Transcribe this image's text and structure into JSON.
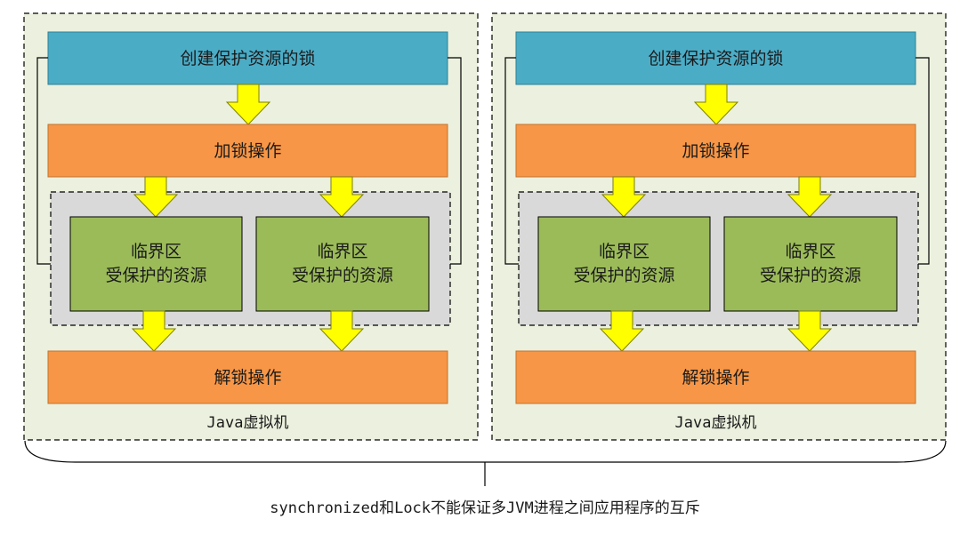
{
  "jvm_panels": [
    {
      "create_lock": "创建保护资源的锁",
      "lock_op": "加锁操作",
      "critical_sections": [
        {
          "line1": "临界区",
          "line2": "受保护的资源"
        },
        {
          "line1": "临界区",
          "line2": "受保护的资源"
        }
      ],
      "unlock_op": "解锁操作",
      "jvm_label": "Java虚拟机"
    },
    {
      "create_lock": "创建保护资源的锁",
      "lock_op": "加锁操作",
      "critical_sections": [
        {
          "line1": "临界区",
          "line2": "受保护的资源"
        },
        {
          "line1": "临界区",
          "line2": "受保护的资源"
        }
      ],
      "unlock_op": "解锁操作",
      "jvm_label": "Java虚拟机"
    }
  ],
  "caption": "synchronized和Lock不能保证多JVM进程之间应用程序的互斥",
  "colors": {
    "create_lock_fill": "#4bacc6",
    "op_fill": "#f79646",
    "critical_fill": "#9bbb59",
    "group_fill": "#d9d9d9",
    "panel_fill": "#ebf1de",
    "arrow_fill": "#ffff00"
  }
}
